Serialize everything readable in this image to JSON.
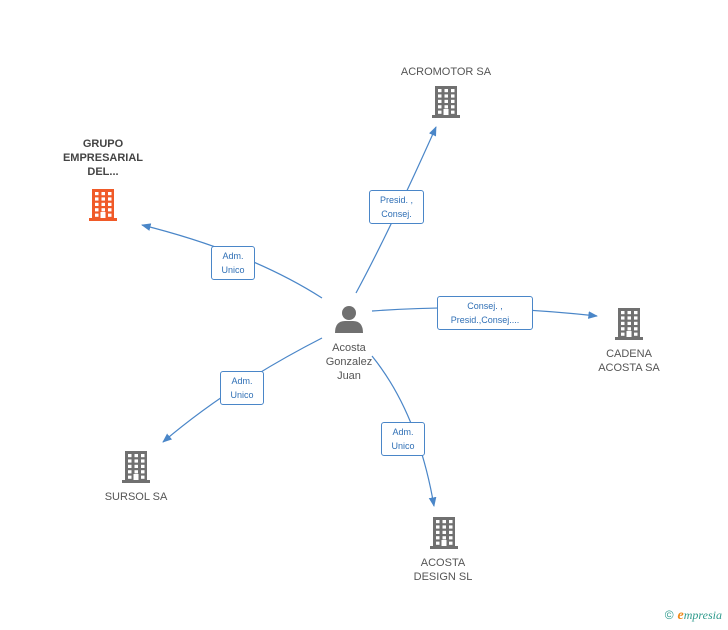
{
  "center": {
    "name": "Acosta\nGonzalez\nJuan",
    "icon": "person-icon"
  },
  "companies": [
    {
      "id": "acromotor",
      "name": "ACROMOTOR SA",
      "color": "#707070",
      "icon": "building-icon"
    },
    {
      "id": "grupo",
      "name": "GRUPO\nEMPRESARIAL\nDEL...",
      "color": "#f05a28",
      "icon": "building-icon",
      "highlight": true
    },
    {
      "id": "cadena",
      "name": "CADENA\nACOSTA SA",
      "color": "#707070",
      "icon": "building-icon"
    },
    {
      "id": "sursol",
      "name": "SURSOL SA",
      "color": "#707070",
      "icon": "building-icon"
    },
    {
      "id": "design",
      "name": "ACOSTA\nDESIGN SL",
      "color": "#707070",
      "icon": "building-icon"
    }
  ],
  "edges": [
    {
      "to": "acromotor",
      "label": "Presid. ,\nConsej."
    },
    {
      "to": "grupo",
      "label": "Adm.\nUnico"
    },
    {
      "to": "cadena",
      "label": "Consej. ,\nPresid.,Consej...."
    },
    {
      "to": "sursol",
      "label": "Adm.\nUnico"
    },
    {
      "to": "design",
      "label": "Adm.\nUnico"
    }
  ],
  "colors": {
    "edge": "#4a86c8",
    "person": "#707070",
    "building_default": "#707070",
    "building_highlight": "#f05a28"
  },
  "footer": {
    "symbol": "©",
    "brand_initial": "e",
    "brand_rest": "mpresia"
  }
}
